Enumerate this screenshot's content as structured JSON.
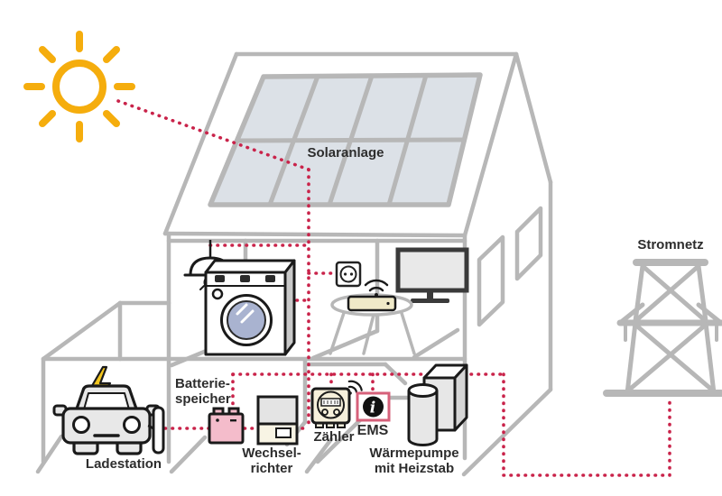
{
  "diagram": {
    "type": "home-solar-energy-system-diagram",
    "language": "de"
  },
  "components": {
    "solar": {
      "label": "Solaranlage"
    },
    "grid": {
      "label": "Stromnetz"
    },
    "battery": {
      "label_line1": "Batterie-",
      "label_line2": "speicher"
    },
    "inverter": {
      "label_line1": "Wechsel-",
      "label_line2": "richter"
    },
    "meter": {
      "label": "Zähler"
    },
    "ems": {
      "label": "EMS",
      "glyph": "i"
    },
    "heat_pump": {
      "label_line1": "Wärmepumpe",
      "label_line2": "mit Heizstab"
    },
    "charging_station": {
      "label": "Ladestation"
    }
  },
  "colors": {
    "flow_line_red": "#c9234a",
    "structure_gray": "#b7b7b7",
    "outline_black": "#1a1a1a",
    "text_dark": "#2d2d2d",
    "sun_yellow": "#f5ad0d",
    "bolt_yellow": "#f2c51d",
    "battery_pink": "#f4bccb",
    "ems_border_pink": "#d6607a",
    "meter_cream": "#f6f0db",
    "panel_gray": "#dce1e7",
    "drum_blue": "#a9b3d0"
  }
}
